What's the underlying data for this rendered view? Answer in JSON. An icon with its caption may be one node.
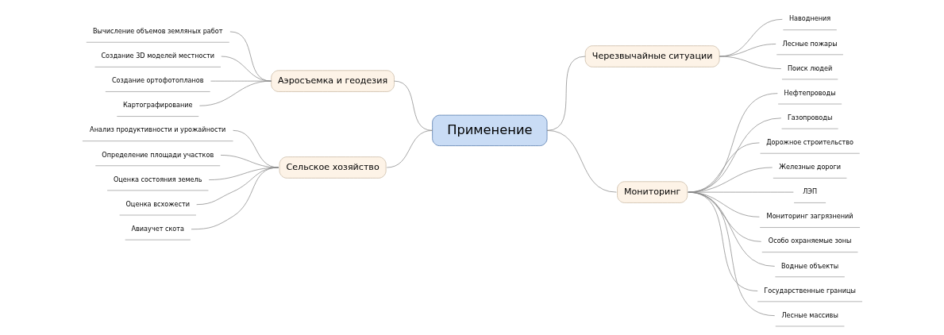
{
  "diagram": {
    "nodes": [
      {
        "text": [
          "Применение"
        ]
      },
      {
        "text": [
          "Аэросъемка и геодезия"
        ]
      },
      {
        "text": [
          "Вычисление объемов земляных работ"
        ]
      },
      {
        "text": [
          "Создание 3D моделей местности"
        ]
      },
      {
        "text": [
          "Создание ортофотопланов"
        ]
      },
      {
        "text": [
          "Картографирование"
        ]
      },
      {
        "text": [
          "Сельское хозяйство"
        ]
      },
      {
        "text": [
          "Анализ продуктивности и урожайности"
        ]
      },
      {
        "text": [
          "Определение площади участков"
        ]
      },
      {
        "text": [
          "Оценка состояния земель"
        ]
      },
      {
        "text": [
          "Оценка всхожести"
        ]
      },
      {
        "text": [
          "Авиаучет скота"
        ]
      },
      {
        "text": [
          "Черезвычайные ситуации"
        ]
      },
      {
        "text": [
          "Наводнения"
        ]
      },
      {
        "text": [
          "Лесные пожары"
        ]
      },
      {
        "text": [
          "Поиск людей"
        ]
      },
      {
        "text": [
          "Мониторинг"
        ]
      },
      {
        "text": [
          "Нефтепроводы"
        ]
      },
      {
        "text": [
          "Газопроводы"
        ]
      },
      {
        "text": [
          "Дорожное строительство"
        ]
      },
      {
        "text": [
          "Железные дороги"
        ]
      },
      {
        "text": [
          "ЛЭП"
        ]
      },
      {
        "text": [
          "Мониторинг загрязнений"
        ]
      },
      {
        "text": [
          "Особо охраняемые зоны"
        ]
      },
      {
        "text": [
          "Водные объекты"
        ]
      },
      {
        "text": [
          "Государственные границы"
        ]
      },
      {
        "text": [
          "Лесные массивы"
        ]
      }
    ],
    "edges": [
      {
        "from": 2,
        "to": 1,
        "arrow": "none"
      },
      {
        "from": 3,
        "to": 1,
        "arrow": "none"
      },
      {
        "from": 4,
        "to": 1,
        "arrow": "none"
      },
      {
        "from": 5,
        "to": 1,
        "arrow": "none"
      },
      {
        "from": 1,
        "to": 0,
        "arrow": "none"
      },
      {
        "from": 7,
        "to": 6,
        "arrow": "none"
      },
      {
        "from": 8,
        "to": 6,
        "arrow": "none"
      },
      {
        "from": 9,
        "to": 6,
        "arrow": "none"
      },
      {
        "from": 10,
        "to": 6,
        "arrow": "none"
      },
      {
        "from": 11,
        "to": 6,
        "arrow": "none"
      },
      {
        "from": 6,
        "to": 0,
        "arrow": "none"
      },
      {
        "from": 0,
        "to": 12,
        "arrow": "none"
      },
      {
        "from": 12,
        "to": 13,
        "arrow": "none"
      },
      {
        "from": 12,
        "to": 14,
        "arrow": "none"
      },
      {
        "from": 12,
        "to": 15,
        "arrow": "none"
      },
      {
        "from": 0,
        "to": 16,
        "arrow": "none"
      },
      {
        "from": 16,
        "to": 17,
        "arrow": "none"
      },
      {
        "from": 16,
        "to": 18,
        "arrow": "none"
      },
      {
        "from": 16,
        "to": 19,
        "arrow": "none"
      },
      {
        "from": 16,
        "to": 20,
        "arrow": "none"
      },
      {
        "from": 16,
        "to": 21,
        "arrow": "none"
      },
      {
        "from": 16,
        "to": 22,
        "arrow": "none"
      },
      {
        "from": 16,
        "to": 23,
        "arrow": "none"
      },
      {
        "from": 16,
        "to": 24,
        "arrow": "none"
      },
      {
        "from": 16,
        "to": 25,
        "arrow": "none"
      },
      {
        "from": 16,
        "to": 26,
        "arrow": "none"
      }
    ]
  }
}
